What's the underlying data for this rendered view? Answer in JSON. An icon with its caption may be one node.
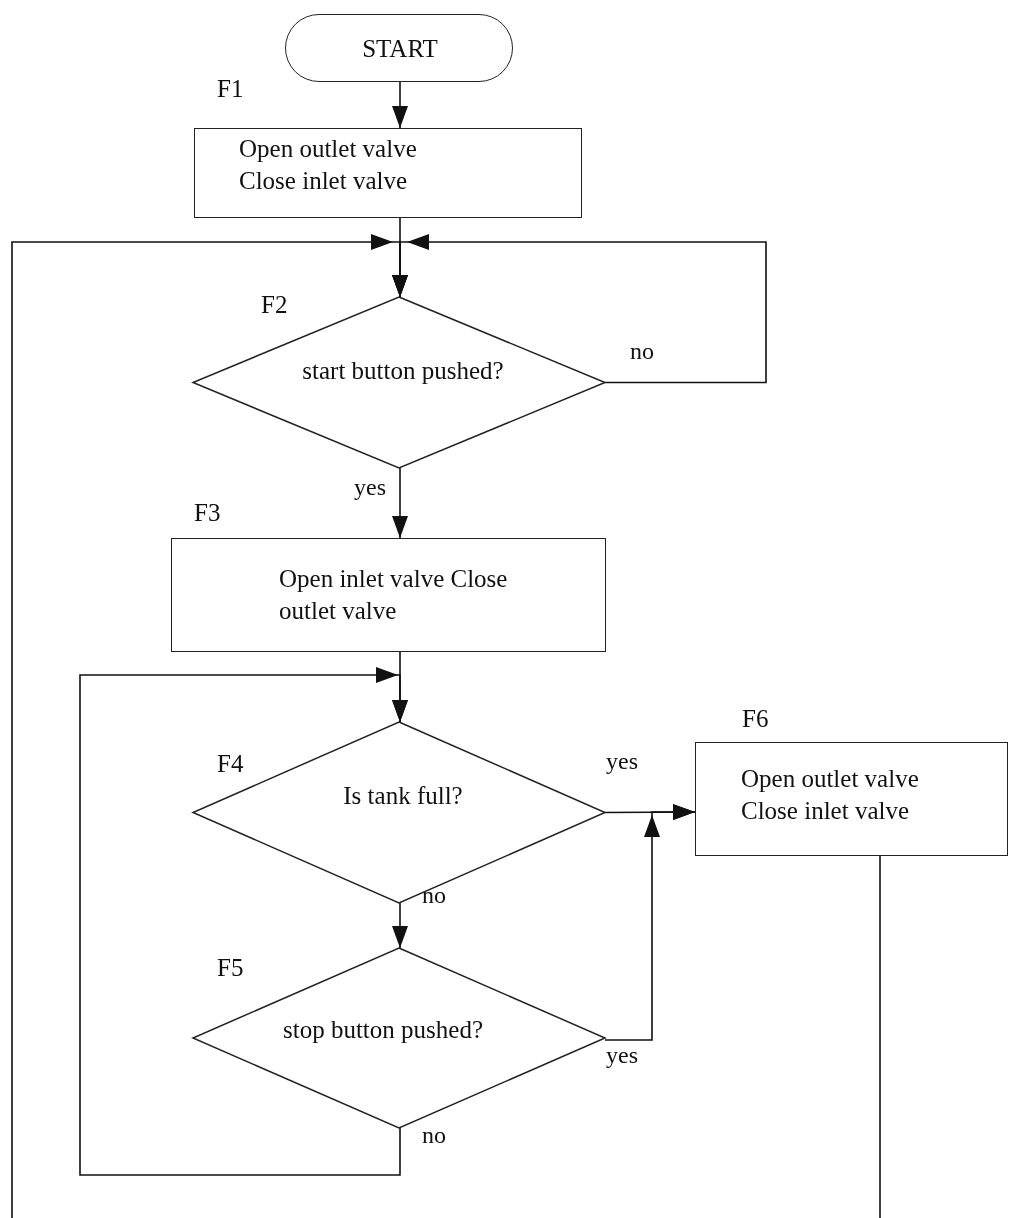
{
  "diagram": {
    "nodes": [
      {
        "text": [
          "START"
        ]
      },
      {
        "text": [
          "F1",
          "Open outlet valve Close inlet valve"
        ]
      },
      {
        "text": [
          "F2",
          "start button pushed?"
        ]
      },
      {
        "text": [
          "F3",
          "Open inlet valve Close outlet valve"
        ]
      },
      {
        "text": [
          "F4",
          "Is tank full?"
        ]
      },
      {
        "text": [
          "F5",
          "stop button pushed?"
        ]
      },
      {
        "text": [
          "F6",
          "Open outlet valve Close inlet valve"
        ]
      }
    ],
    "edges": [
      {
        "from": 0,
        "to": 1,
        "arrow": "to"
      },
      {
        "from": 1,
        "to": 2,
        "arrow": "to"
      },
      {
        "from": 2,
        "to": 2,
        "arrow": "to",
        "label": "no"
      },
      {
        "from": 2,
        "to": 3,
        "arrow": "to",
        "label": "yes"
      },
      {
        "from": 3,
        "to": 4,
        "arrow": "to"
      },
      {
        "from": 4,
        "to": 6,
        "arrow": "to",
        "label": "yes"
      },
      {
        "from": 4,
        "to": 5,
        "arrow": "to",
        "label": "no"
      },
      {
        "from": 5,
        "to": 4,
        "arrow": "to",
        "label": "no"
      },
      {
        "from": 5,
        "to": 6,
        "arrow": "to",
        "label": "yes"
      },
      {
        "from": 6,
        "to": null,
        "arrow": "none"
      },
      {
        "from": null,
        "to": 2,
        "arrow": "to"
      }
    ]
  }
}
